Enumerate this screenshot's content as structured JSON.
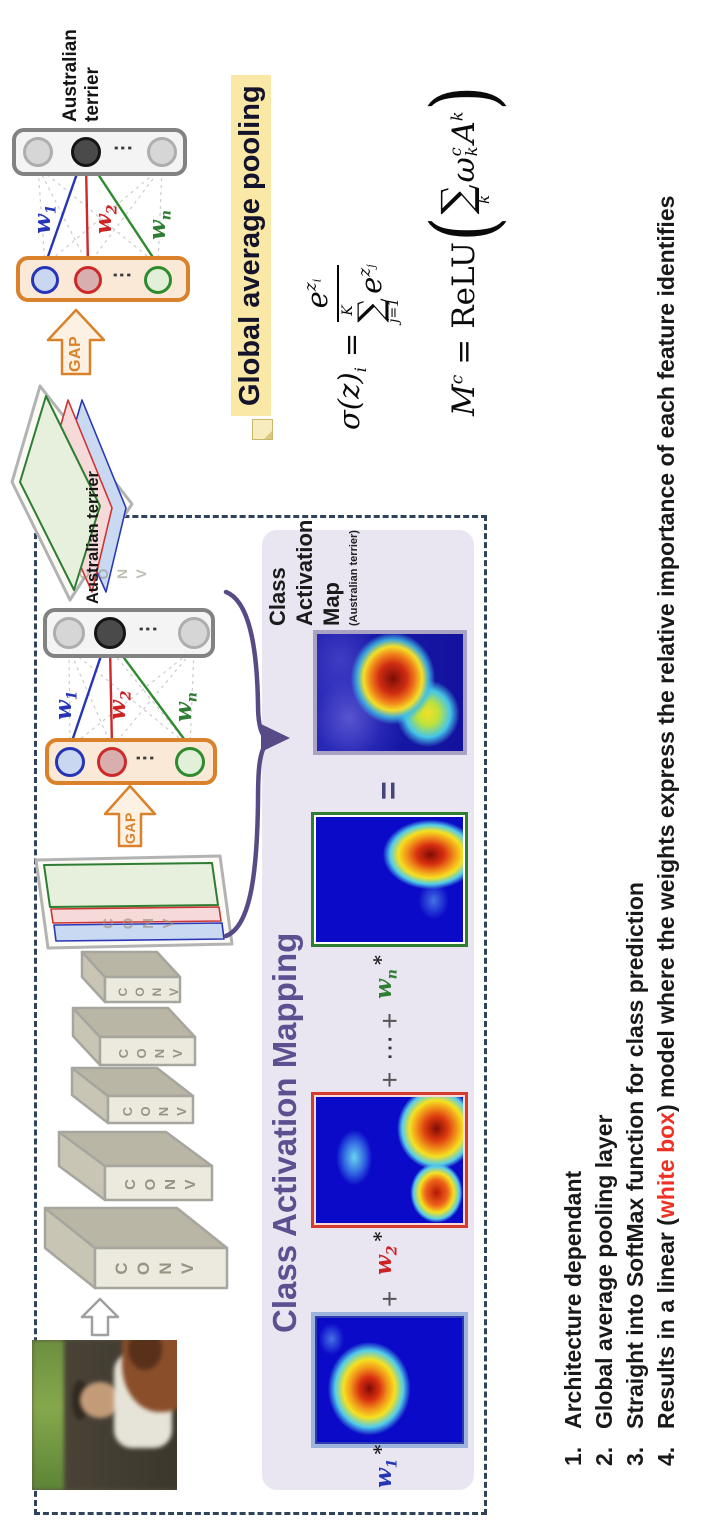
{
  "figure": {
    "class_label": "Australian terrier",
    "conv": "CONV",
    "gap": "GAP",
    "weights": {
      "w1": {
        "base": "w",
        "sub": "1"
      },
      "w2": {
        "base": "w",
        "sub": "2"
      },
      "wn": {
        "base": "w",
        "sub": "n"
      }
    },
    "ops": {
      "star": "*",
      "plus": "+",
      "cdots": "⋯",
      "equals": "=",
      "vdots": "⋮"
    }
  },
  "panel": {
    "title": "Class Activation Mapping",
    "result_label": {
      "line1": "Class",
      "line2": "Activation",
      "line3": "Map",
      "subtitle": "(Australian terrier)"
    }
  },
  "callout": {
    "text": "Global average pooling",
    "icon": "sticky-note"
  },
  "formulas": {
    "softmax": {
      "lhs": "σ(z)",
      "lhs_sub": "i",
      "eq": "=",
      "num_base": "e",
      "num_sup_base": "z",
      "num_sup_sub": "i",
      "sum_upper": "K",
      "sum": "∑",
      "sum_lower": "j=1",
      "den_base": "e",
      "den_sup_base": "z",
      "den_sup_sub": "j"
    },
    "cam": {
      "lhs": "M",
      "lhs_sup": "c",
      "eq": "=",
      "relu": "ReLU",
      "open": "(",
      "sum": "∑",
      "sum_sub": "k",
      "omega": "ω",
      "omega_sup": "c",
      "omega_sub": "k",
      "a": "A",
      "a_sup": "k",
      "close": ")"
    }
  },
  "list": {
    "items": [
      {
        "num": "1.",
        "text": "Architecture dependant"
      },
      {
        "num": "2.",
        "text": "Global average pooling layer"
      },
      {
        "num": "3.",
        "text": "Straight into SoftMax function for class prediction"
      },
      {
        "num": "4.",
        "pre": "Results in a linear (",
        "highlight": "white box",
        "post": ") model where the weights express the relative importance of each feature identifies"
      }
    ]
  },
  "colors": {
    "accent_purple": "#5d5090",
    "dashed_border": "#31425c",
    "panel_bg": "#e9e6f2",
    "highlight_bg": "#f9e8a6",
    "orange": "#d9822b",
    "blue": "#2535b5",
    "red": "#cc2a2a",
    "green": "#2e7d32",
    "heatmap_blue": "#0a0ac8",
    "list_red": "#ee3124"
  }
}
